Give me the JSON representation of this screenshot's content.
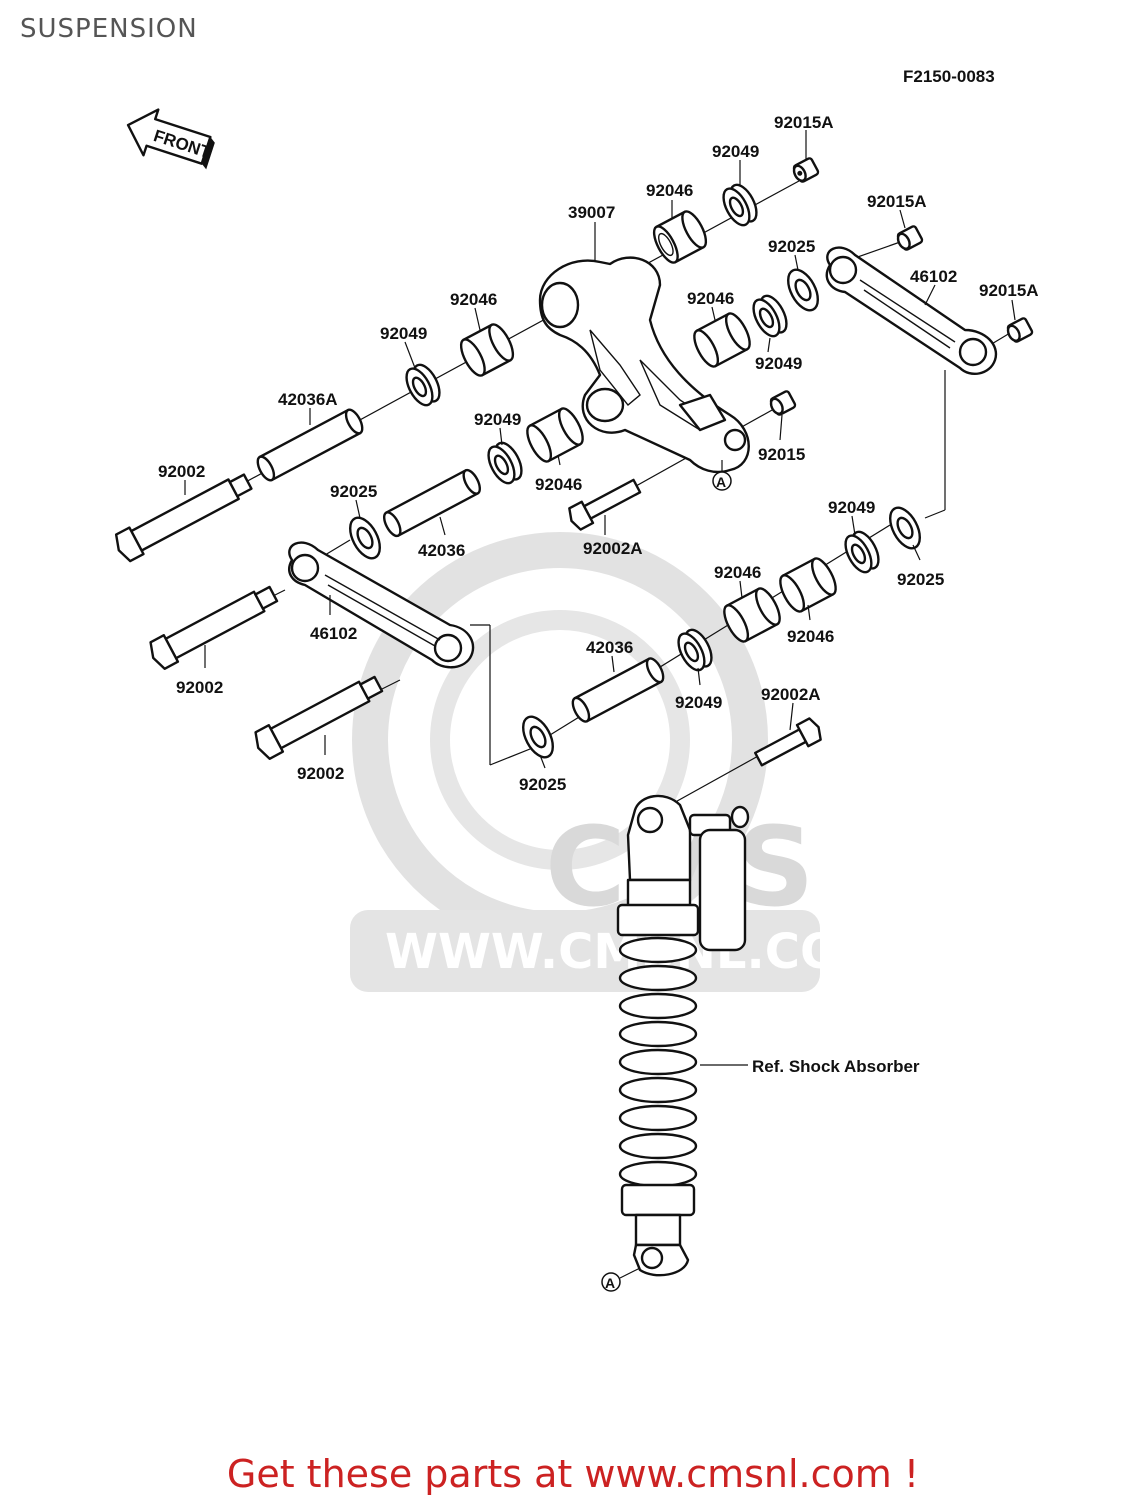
{
  "page_title": "SUSPENSION",
  "figure_code": "F2150-0083",
  "front_label": "FRONT",
  "ref_label": "Ref. Shock Absorber",
  "marker_letter": "A",
  "watermark": {
    "brand": "CMS",
    "url": "WWW.CMSNL.COM"
  },
  "footer_text": "Get these parts at www.cmsnl.com !",
  "colors": {
    "footer": "#cc2222",
    "title": "#555555",
    "watermark": "#d9d9d9"
  },
  "part_labels": [
    {
      "id": "lbl-92015a-top",
      "text": "92015A"
    },
    {
      "id": "lbl-92049-top",
      "text": "92049"
    },
    {
      "id": "lbl-92046-top",
      "text": "92046"
    },
    {
      "id": "lbl-39007",
      "text": "39007"
    },
    {
      "id": "lbl-92015a-right",
      "text": "92015A"
    },
    {
      "id": "lbl-92025-right",
      "text": "92025"
    },
    {
      "id": "lbl-46102-right",
      "text": "46102"
    },
    {
      "id": "lbl-92015a-far",
      "text": "92015A"
    },
    {
      "id": "lbl-92046-left",
      "text": "92046"
    },
    {
      "id": "lbl-92049-left",
      "text": "92049"
    },
    {
      "id": "lbl-92046-mid",
      "text": "92046"
    },
    {
      "id": "lbl-92049-mid",
      "text": "92049"
    },
    {
      "id": "lbl-42036a",
      "text": "42036A"
    },
    {
      "id": "lbl-92049-center",
      "text": "92049"
    },
    {
      "id": "lbl-92015",
      "text": "92015"
    },
    {
      "id": "lbl-92002-top",
      "text": "92002"
    },
    {
      "id": "lbl-92025-left",
      "text": "92025"
    },
    {
      "id": "lbl-92046-center",
      "text": "92046"
    },
    {
      "id": "lbl-42036-left",
      "text": "42036"
    },
    {
      "id": "lbl-92002a-center",
      "text": "92002A"
    },
    {
      "id": "lbl-92049-rightlow",
      "text": "92049"
    },
    {
      "id": "lbl-92046-lowmid",
      "text": "92046"
    },
    {
      "id": "lbl-92025-rightlow",
      "text": "92025"
    },
    {
      "id": "lbl-46102-left",
      "text": "46102"
    },
    {
      "id": "lbl-92046-lowright",
      "text": "92046"
    },
    {
      "id": "lbl-42036-low",
      "text": "42036"
    },
    {
      "id": "lbl-92002-mid",
      "text": "92002"
    },
    {
      "id": "lbl-92049-low",
      "text": "92049"
    },
    {
      "id": "lbl-92002a-low",
      "text": "92002A"
    },
    {
      "id": "lbl-92002-low",
      "text": "92002"
    },
    {
      "id": "lbl-92025-low",
      "text": "92025"
    }
  ]
}
